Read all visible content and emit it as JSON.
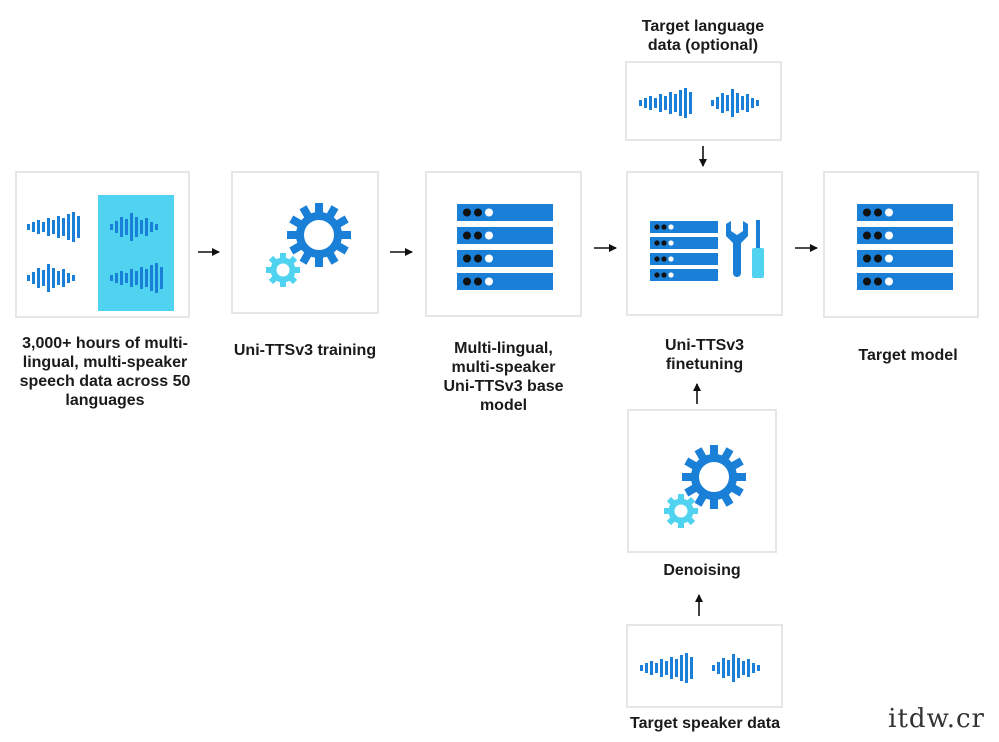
{
  "colors": {
    "blue": "#1a7fd6",
    "dark_blue": "#0f6cbd",
    "cyan": "#4fd3f0",
    "highlight": "#4fd3f0",
    "border": "#e6e6e6",
    "text": "#1a1a1a"
  },
  "labels": {
    "speech_data": "3,000+ hours of multi-\nlingual, multi-speaker\nspeech data across 50\nlanguages",
    "training": "Uni-TTSv3 training",
    "base_model": "Multi-lingual,\nmulti-speaker\nUni-TTSv3 base\nmodel",
    "finetuning": "Uni-TTSv3\nfinetuning",
    "target_model": "Target model",
    "target_language": "Target language\ndata (optional)",
    "denoising": "Denoising",
    "target_speaker": "Target speaker data"
  },
  "icons": {
    "waveform": "waveform-icon",
    "gears": "gears-icon",
    "server": "server-stack-icon",
    "tools": "wrench-screwdriver-icon",
    "arrow": "arrow-icon"
  },
  "watermark": "itdw.cr"
}
